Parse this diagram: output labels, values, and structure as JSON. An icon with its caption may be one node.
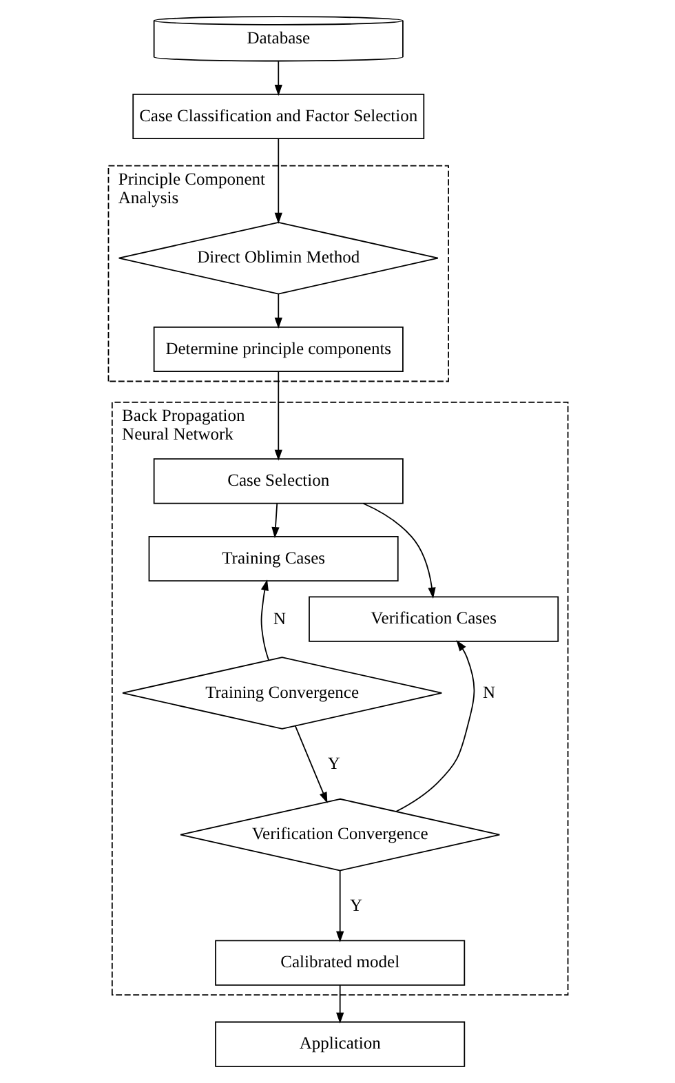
{
  "diagram": {
    "nodes": [
      {
        "text": [
          "Database"
        ]
      },
      {
        "text": [
          "Case Classification and Factor Selection"
        ]
      },
      {
        "text": [
          "Principle Component Analysis"
        ]
      },
      {
        "text": [
          "Direct Oblimin Method"
        ],
        "in": 2
      },
      {
        "text": [
          "Determine principle components"
        ],
        "in": 2
      },
      {
        "text": [
          "Back Propagation Neural Network"
        ]
      },
      {
        "text": [
          "Case Selection"
        ],
        "in": 5
      },
      {
        "text": [
          "Training Cases"
        ],
        "in": 5
      },
      {
        "text": [
          "Verification Cases"
        ],
        "in": 5
      },
      {
        "text": [
          "Training Convergence"
        ],
        "in": 5
      },
      {
        "text": [
          "Verification Convergence"
        ],
        "in": 5
      },
      {
        "text": [
          "Calibrated model"
        ],
        "in": 5
      },
      {
        "text": [
          "Application"
        ]
      }
    ],
    "edges": [
      {
        "from": 0,
        "to": 1,
        "arrow": "to"
      },
      {
        "from": 1,
        "to": 3,
        "arrow": "to"
      },
      {
        "from": 3,
        "to": 4,
        "arrow": "to"
      },
      {
        "from": 4,
        "to": 6,
        "arrow": "to"
      },
      {
        "from": 6,
        "to": 7,
        "arrow": "to"
      },
      {
        "from": 6,
        "to": 8,
        "arrow": "to"
      },
      {
        "from": 9,
        "to": 7,
        "label": "N",
        "arrow": "to"
      },
      {
        "from": 9,
        "to": 10,
        "label": "Y",
        "arrow": "to"
      },
      {
        "from": 10,
        "to": 8,
        "label": "N",
        "arrow": "to"
      },
      {
        "from": 10,
        "to": 11,
        "label": "Y",
        "arrow": "to"
      },
      {
        "from": 11,
        "to": 12,
        "arrow": "to"
      }
    ]
  }
}
